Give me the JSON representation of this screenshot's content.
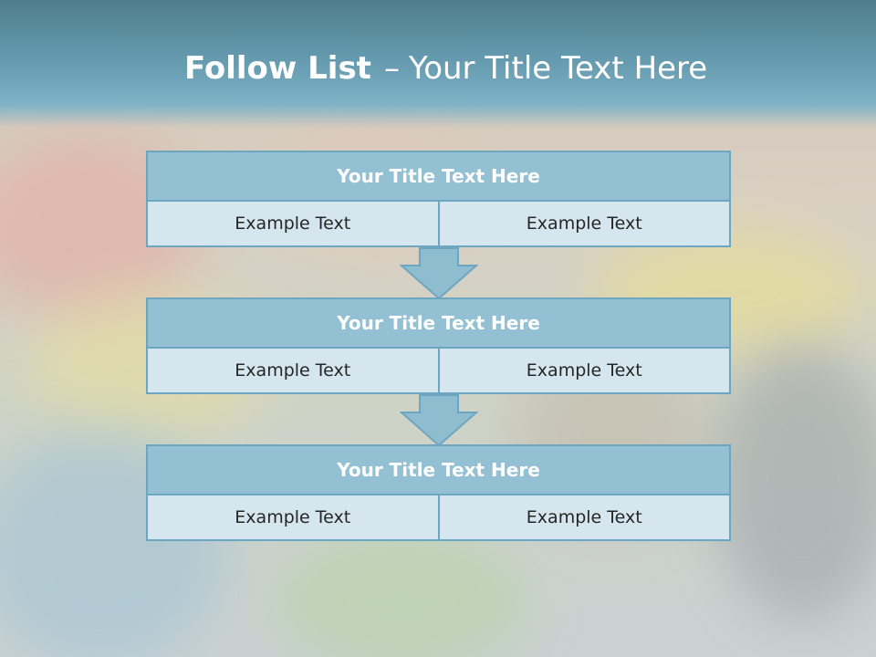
{
  "slide": {
    "title_bold": "Follow List",
    "title_separator": "–",
    "title_rest": "Your Title Text Here"
  },
  "blocks": [
    {
      "title": "Your Title Text Here",
      "left": "Example Text",
      "right": "Example Text"
    },
    {
      "title": "Your Title Text Here",
      "left": "Example Text",
      "right": "Example Text"
    },
    {
      "title": "Your Title Text Here",
      "left": "Example Text",
      "right": "Example Text"
    }
  ],
  "colors": {
    "header": "#6a9fb4",
    "block_title_fill": "#93c0d3",
    "cell_fill": "#d5e6ee",
    "border": "#6da6c0",
    "text_light": "#ffffff",
    "text_dark": "#262626"
  }
}
